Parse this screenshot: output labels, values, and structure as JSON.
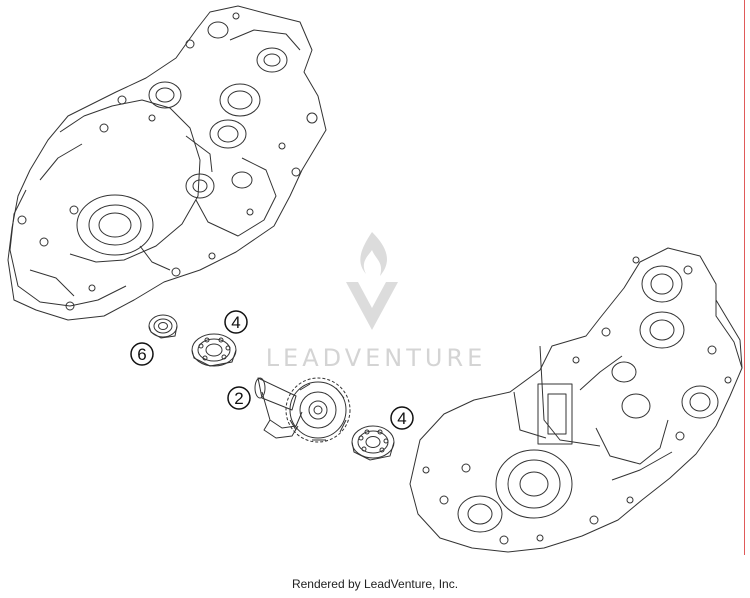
{
  "watermark": {
    "text": "LEADVENTURE"
  },
  "callouts": {
    "bearing_left": "6",
    "bearing_mid": "4",
    "shaft": "2",
    "bearing_right": "4"
  },
  "footer": {
    "text": "Rendered by LeadVenture, Inc."
  },
  "colors": {
    "line": "#333333",
    "watermark": "#d4d4d4",
    "edge": "#e05a5a"
  }
}
